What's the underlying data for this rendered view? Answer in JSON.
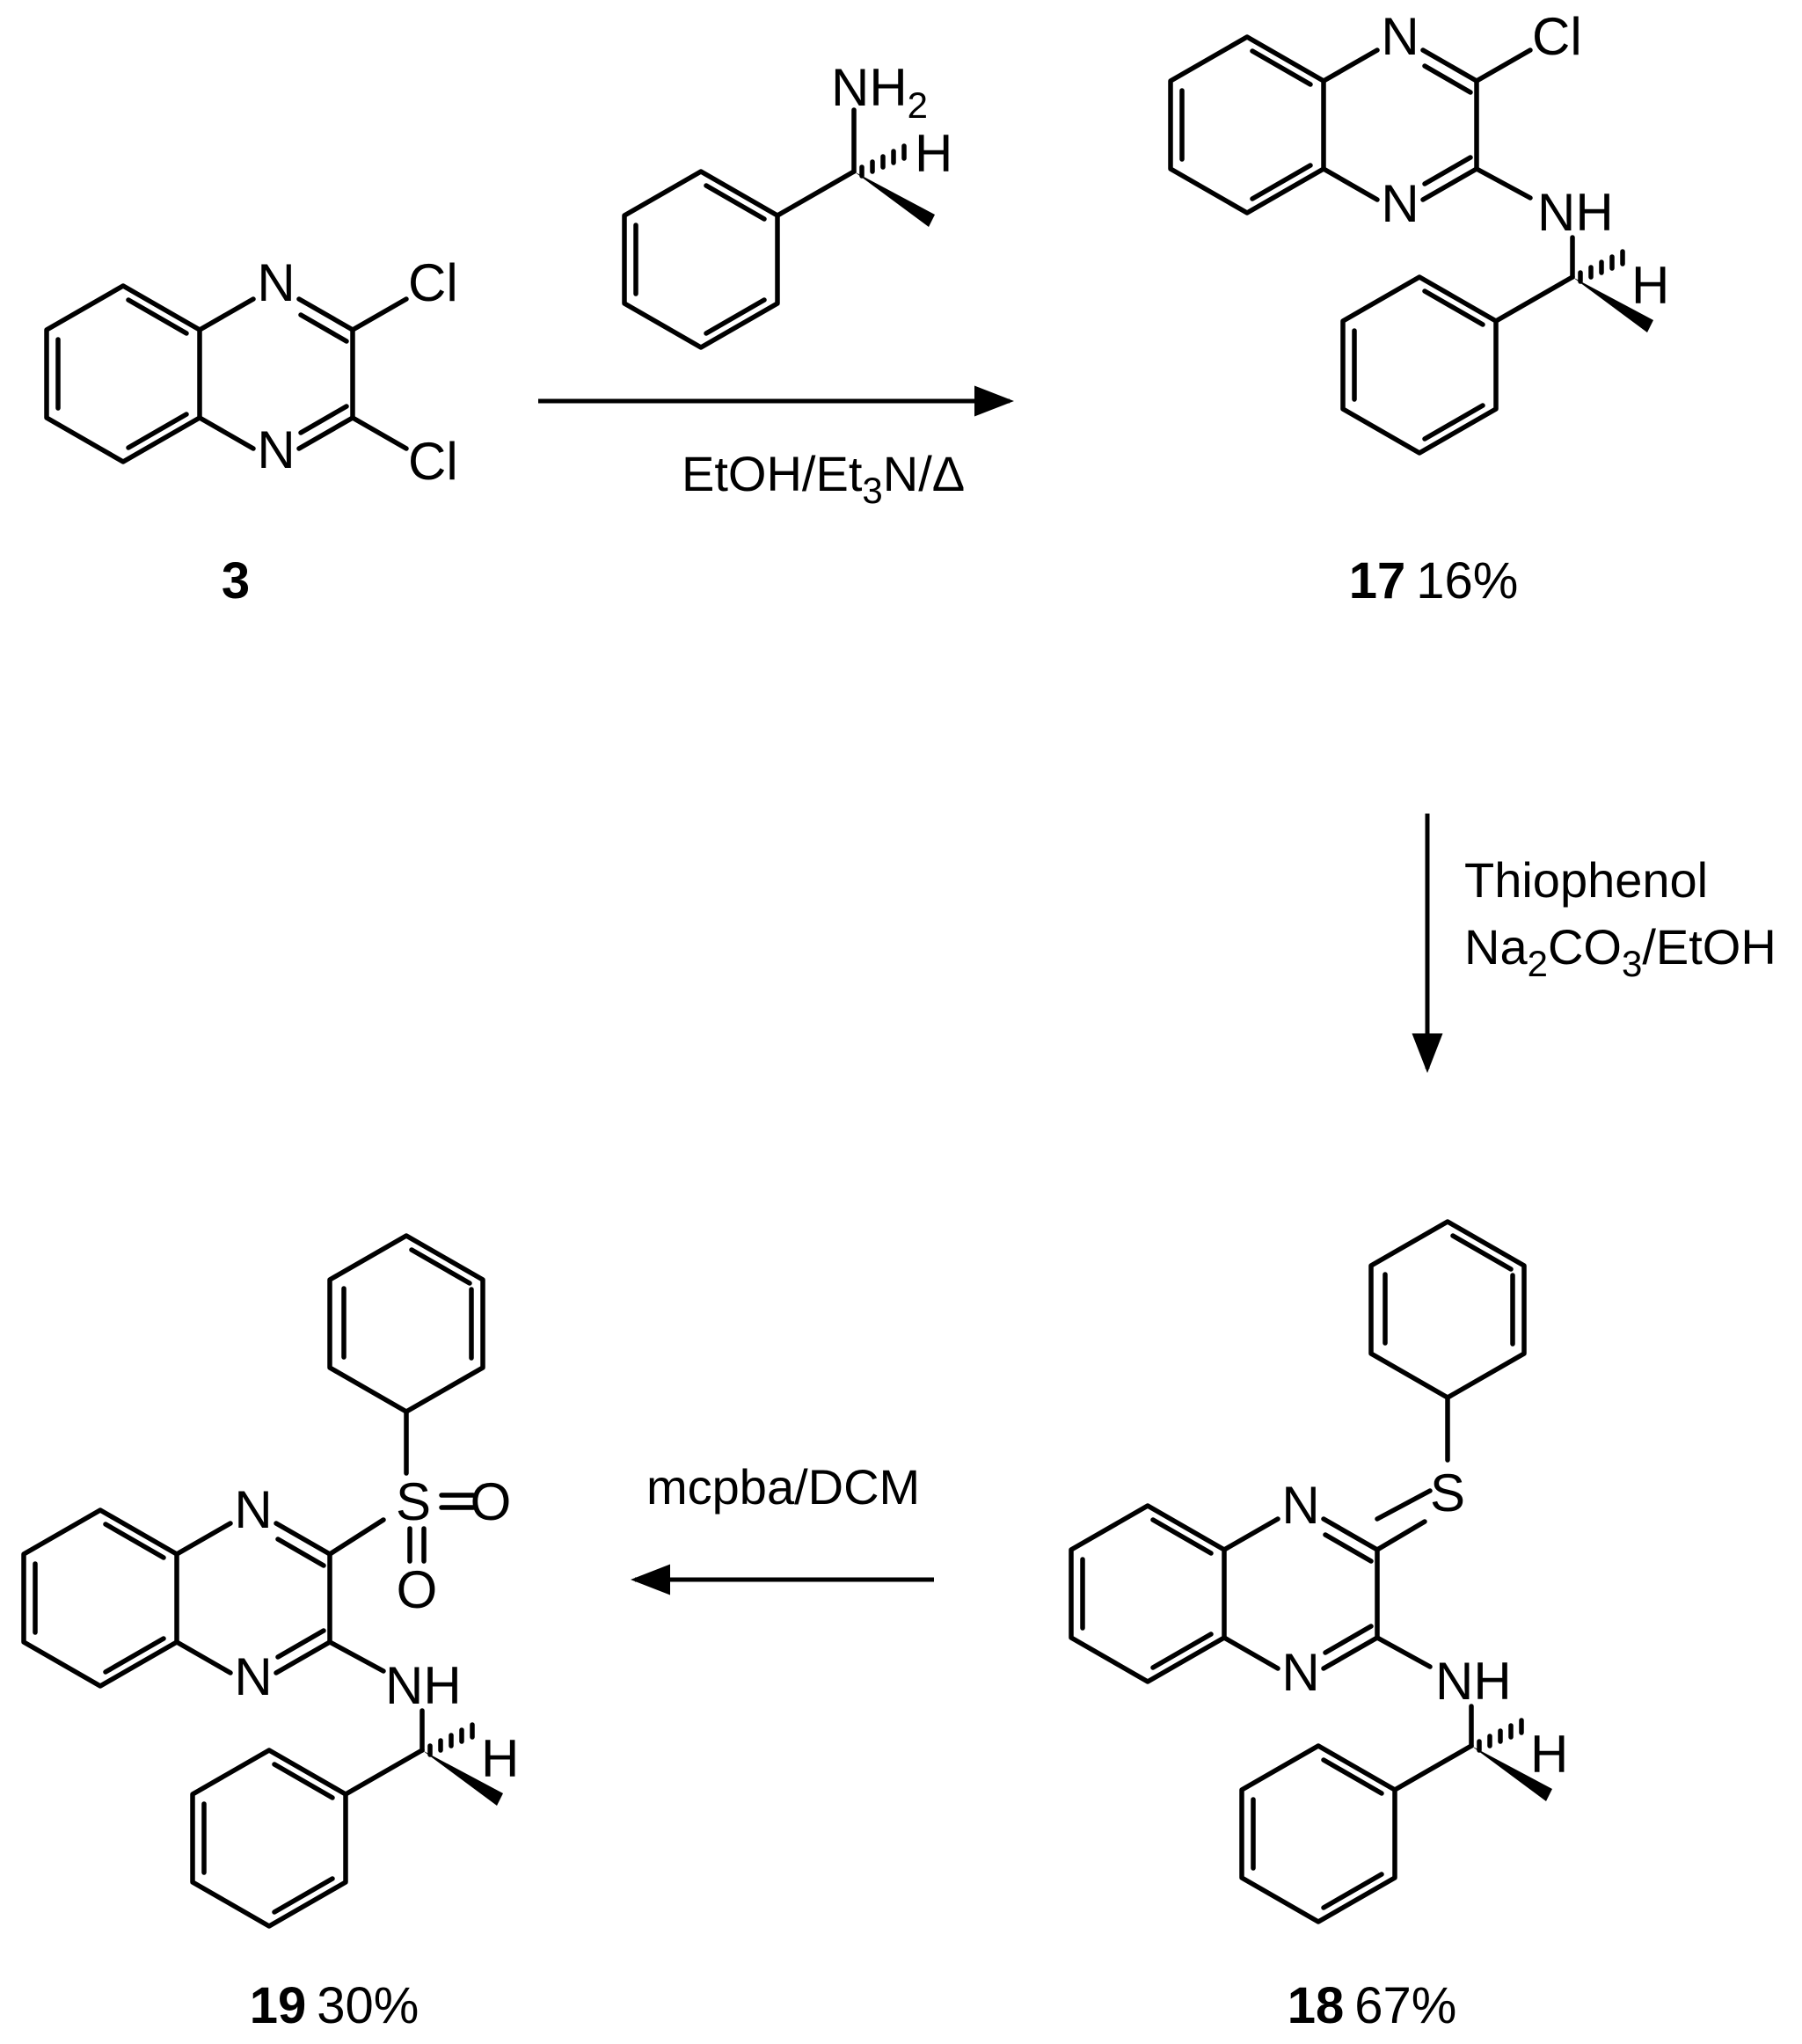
{
  "compounds": [
    {
      "id": "3",
      "number": "3",
      "yield": ""
    },
    {
      "id": "17",
      "number": "17",
      "yield": "16%"
    },
    {
      "id": "18",
      "number": "18",
      "yield": "67%"
    },
    {
      "id": "19",
      "number": "19",
      "yield": "30%"
    }
  ],
  "atoms": {
    "N": "N",
    "Cl": "Cl",
    "H": "H",
    "NH": "NH",
    "NH2_main": "NH",
    "NH2_sub": "2",
    "S": "S",
    "O": "O"
  },
  "reagents": {
    "step1": {
      "reagent": "(S)-1-phenylethylamine",
      "cond_main1": "EtOH/Et",
      "cond_sub": "3",
      "cond_main2": "N/Δ"
    },
    "step2": {
      "line1": "Thiophenol",
      "line2_a": "Na",
      "line2_sub1": "2",
      "line2_b": "CO",
      "line2_sub2": "3",
      "line2_c": "/EtOH"
    },
    "step3": {
      "line1": "mcpba/DCM"
    }
  }
}
